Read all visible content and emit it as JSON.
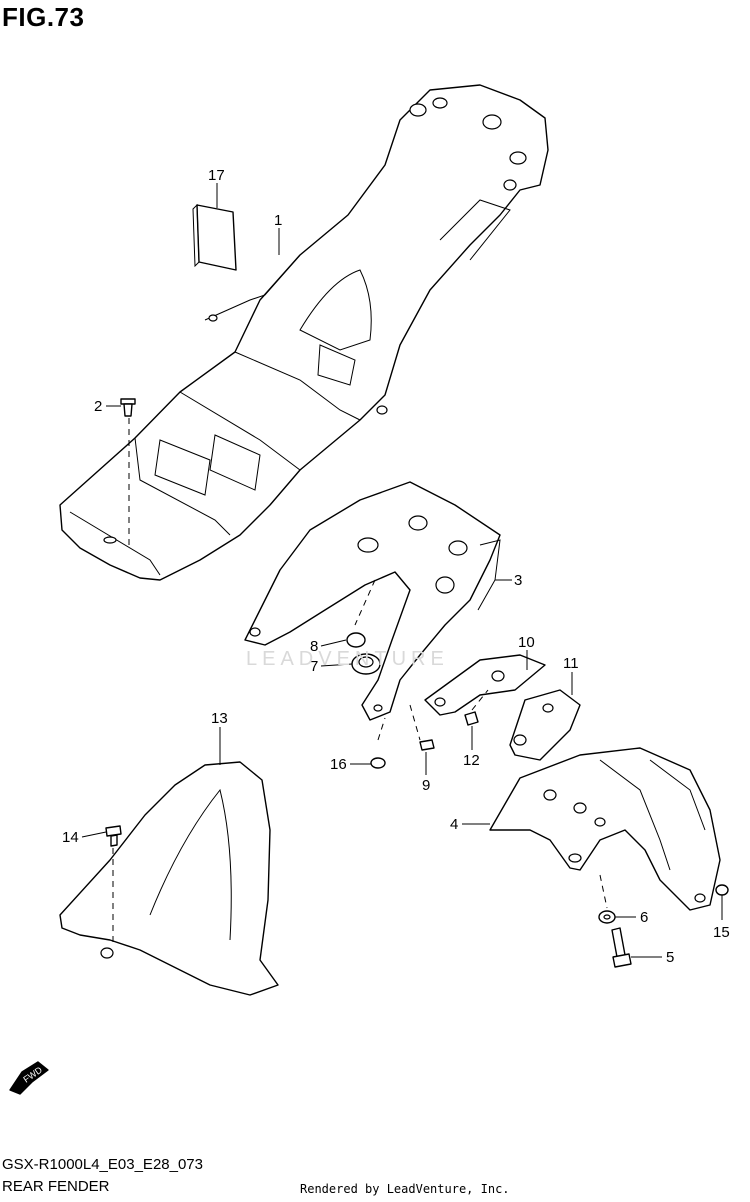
{
  "figure": {
    "title": "FIG.73",
    "watermark": "LEADVENTURE",
    "code": "GSX-R1000L4_E03_E28_073",
    "name": "REAR FENDER",
    "credit": "Rendered by LeadVenture, Inc.",
    "fwd_label": "FWD"
  },
  "callouts": [
    "17",
    "1",
    "2",
    "3",
    "8",
    "7",
    "10",
    "11",
    "13",
    "16",
    "9",
    "12",
    "14",
    "4",
    "6",
    "15",
    "5"
  ]
}
